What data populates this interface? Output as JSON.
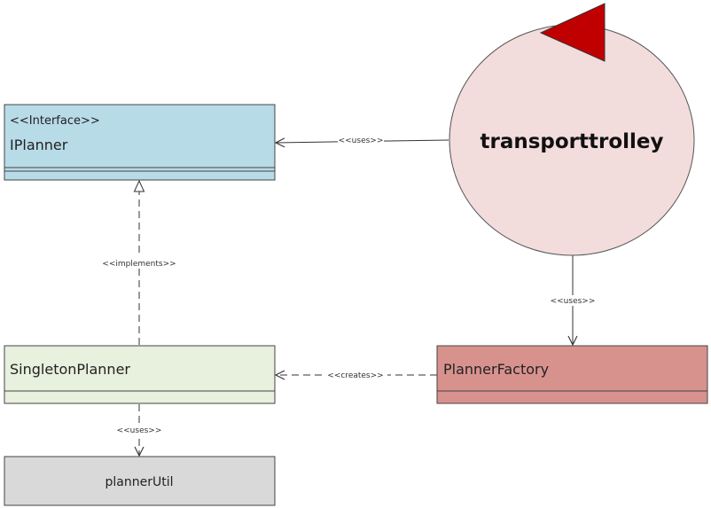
{
  "nodes": {
    "iplanner": {
      "stereotype": "<<Interface>>",
      "name": "IPlanner",
      "fill": "#b8dbe8",
      "stroke": "#444444"
    },
    "singleton_planner": {
      "name": "SingletonPlanner",
      "fill": "#e8f0de",
      "stroke": "#444444"
    },
    "planner_factory": {
      "name": "PlannerFactory",
      "fill": "#d8928e",
      "stroke": "#444444"
    },
    "planner_util": {
      "name": "plannerUtil",
      "fill": "#d9d9d9",
      "stroke": "#444444"
    },
    "transport_trolley": {
      "name": "transporttrolley",
      "fill": "#f3dcdc",
      "stroke": "#555555",
      "flag_color": "#c00000"
    }
  },
  "edges": {
    "trolley_uses_iplanner": {
      "label": "<<uses>>"
    },
    "singleton_implements_iplanner": {
      "label": "<<implements>>"
    },
    "trolley_uses_factory": {
      "label": "<<uses>>"
    },
    "factory_creates_singleton": {
      "label": "<<creates>>"
    },
    "singleton_uses_util": {
      "label": "<<uses>>"
    }
  }
}
